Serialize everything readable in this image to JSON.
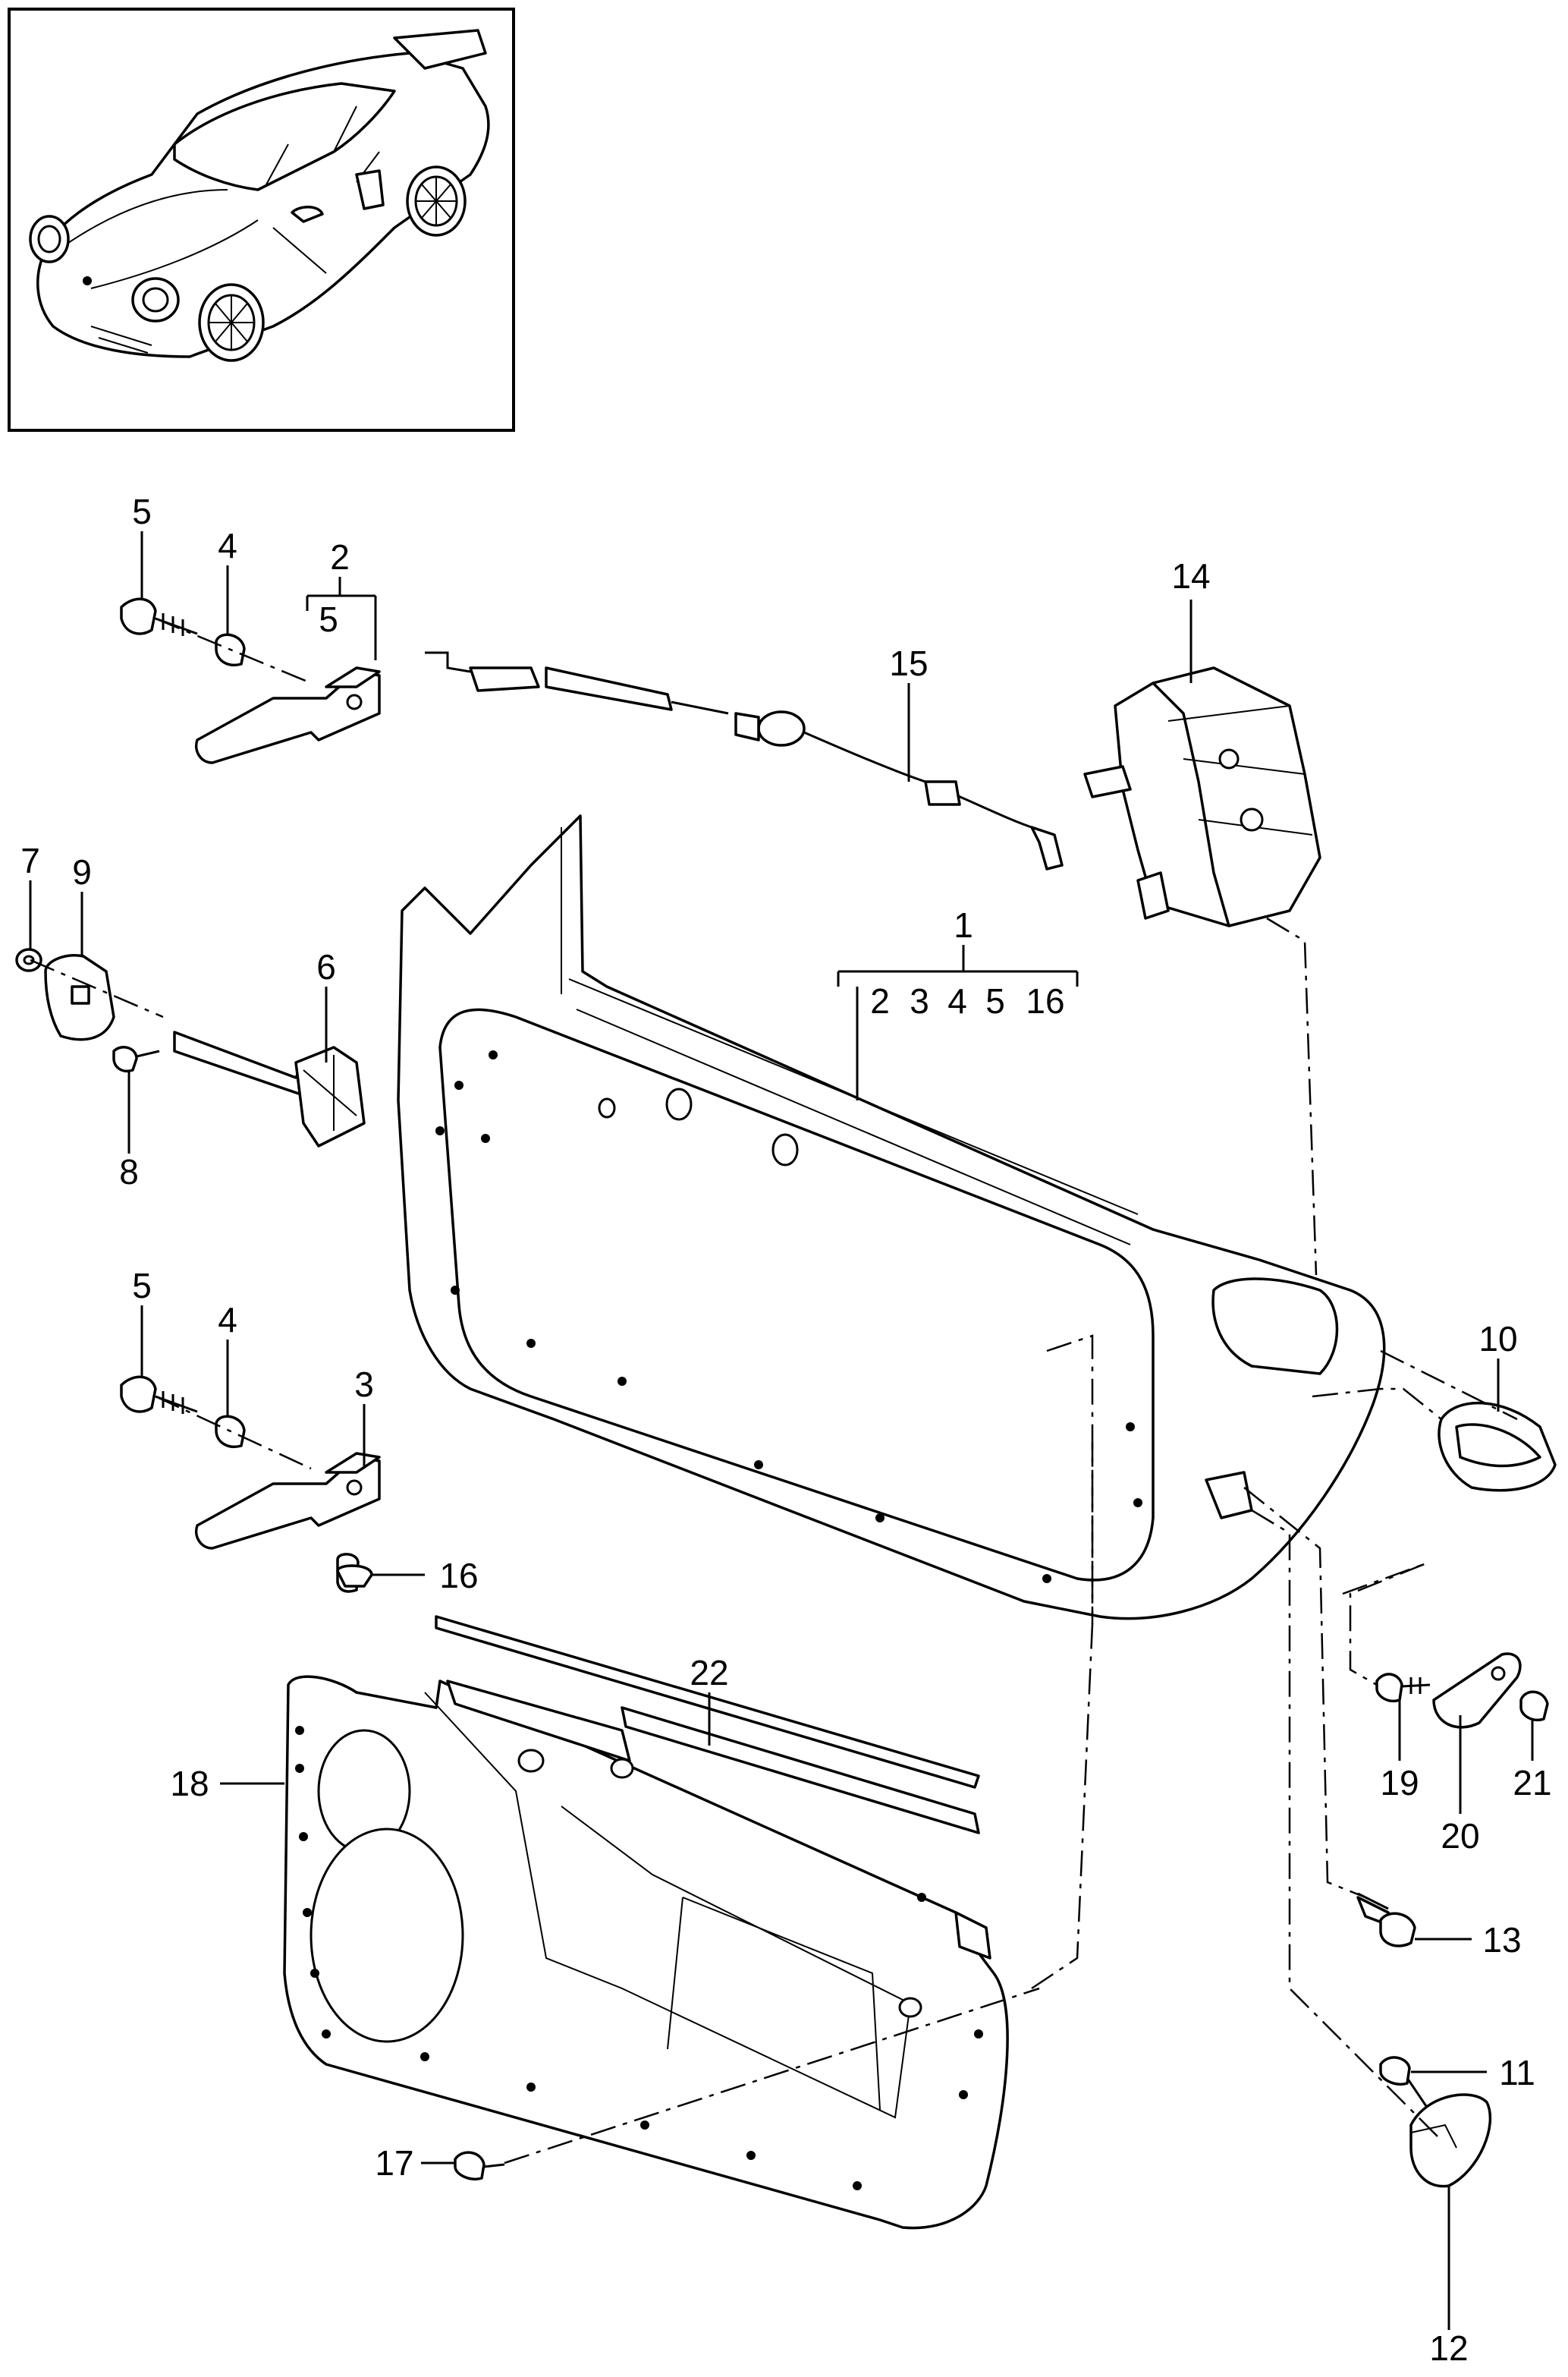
{
  "labels": {
    "p1": "1",
    "p1_group": [
      "2",
      "3",
      "4",
      "5",
      "16"
    ],
    "p2": "2",
    "p2_group": "5",
    "p3": "3",
    "p4a": "4",
    "p4b": "4",
    "p5a": "5",
    "p5b": "5",
    "p6": "6",
    "p7": "7",
    "p8": "8",
    "p9": "9",
    "p10": "10",
    "p11": "11",
    "p12": "12",
    "p13": "13",
    "p14": "14",
    "p15": "15",
    "p16": "16",
    "p17": "17",
    "p18": "18",
    "p19": "19",
    "p20": "20",
    "p21": "21",
    "p22": "22"
  }
}
